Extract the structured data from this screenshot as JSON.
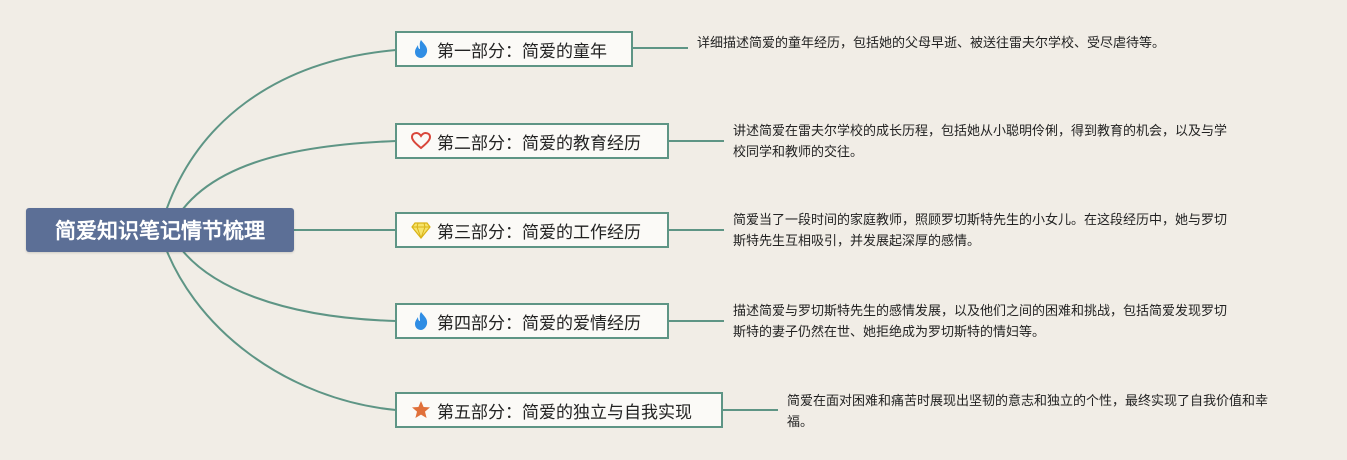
{
  "root": {
    "title": "简爱知识笔记情节梳理"
  },
  "branches": [
    {
      "label": "第一部分：简爱的童年",
      "icon": "flame-icon",
      "note": "详细描述简爱的童年经历，包括她的父母早逝、被送往雷夫尔学校、受尽虐待等。"
    },
    {
      "label": "第二部分：简爱的教育经历",
      "icon": "heart-icon",
      "note": "讲述简爱在雷夫尔学校的成长历程，包括她从小聪明伶俐，得到教育的机会，以及与学校同学和教师的交往。"
    },
    {
      "label": "第三部分：简爱的工作经历",
      "icon": "gem-icon",
      "note": "简爱当了一段时间的家庭教师，照顾罗切斯特先生的小女儿。在这段经历中，她与罗切斯特先生互相吸引，并发展起深厚的感情。"
    },
    {
      "label": "第四部分：简爱的爱情经历",
      "icon": "flame-icon",
      "note": "描述简爱与罗切斯特先生的感情发展，以及他们之间的困难和挑战，包括简爱发现罗切斯特的妻子仍然在世、她拒绝成为罗切斯特的情妇等。"
    },
    {
      "label": "第五部分：简爱的独立与自我实现",
      "icon": "star-icon",
      "note": "简爱在面对困难和痛苦时展现出坚韧的意志和独立的个性，最终实现了自我价值和幸福。"
    }
  ],
  "colors": {
    "background": "#f1ede6",
    "root_fill": "#5c6f96",
    "connector": "#5e9585",
    "flame": "#2f8de4",
    "heart": "#d9463a",
    "gem": "#f2d22e",
    "star": "#e0703a"
  }
}
